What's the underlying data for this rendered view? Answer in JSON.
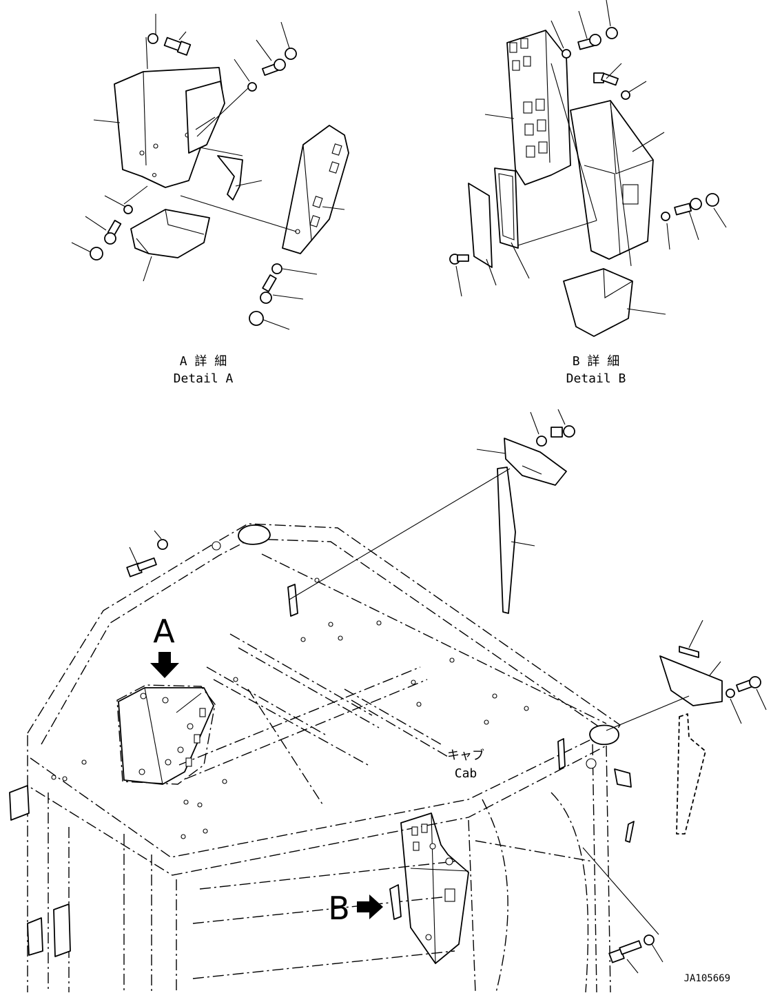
{
  "detail_a": {
    "jp": "A 詳 細",
    "en": "Detail A"
  },
  "detail_b": {
    "jp": "B 詳 細",
    "en": "Detail B"
  },
  "cab": {
    "jp": "キャブ",
    "en": "Cab"
  },
  "view_a": "A",
  "view_b": "B",
  "drawing_number": "JA105669",
  "icons": {
    "view_arrow": "arrow-right-bold"
  }
}
